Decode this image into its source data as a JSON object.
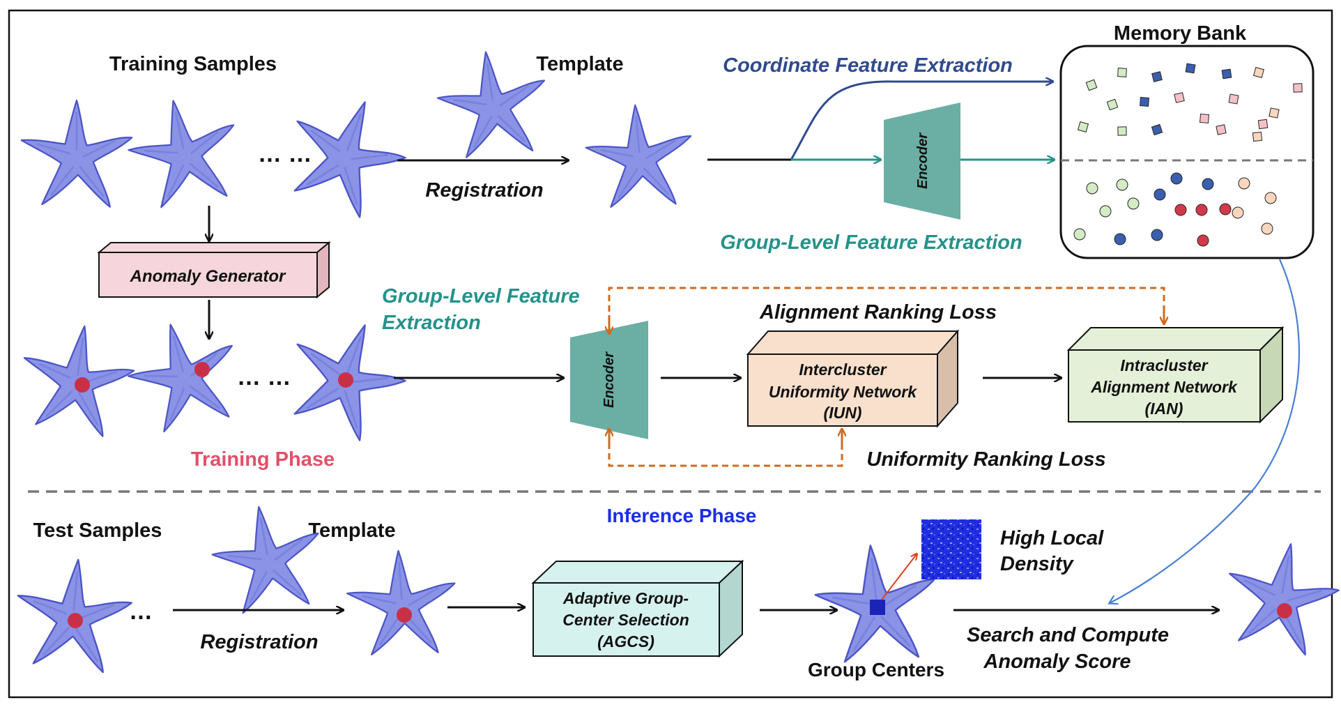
{
  "colors": {
    "star_fill": "#8a93e6",
    "star_stroke": "#4c55c4",
    "anomaly_red": "#c83048",
    "teal": "#6aaea4",
    "coord_blue": "#2f4a8f",
    "group_teal": "#23928a",
    "orange_dash": "#cf6a1f",
    "training_phase": "#e0506a",
    "inference_phase": "#1a2de6",
    "pink_box": "#f6d6dc",
    "peach_box": "#f8e0cc",
    "green_box": "#e4f1d8",
    "cyan_box": "#d6f2ee",
    "memory_line": "#4a7fd4"
  },
  "top": {
    "training_samples": "Training Samples",
    "template": "Template",
    "ellipsis": "… …",
    "registration": "Registration",
    "coordinate_feature_extraction": "Coordinate Feature Extraction",
    "encoder": "Encoder",
    "group_level_feature_extraction": "Group-Level Feature Extraction"
  },
  "memory_bank": {
    "title": "Memory Bank"
  },
  "training": {
    "anomaly_generator": "Anomaly Generator",
    "group_level_line1": "Group-Level Feature",
    "group_level_line2": "Extraction",
    "encoder": "Encoder",
    "alignment_ranking_loss": "Alignment Ranking Loss",
    "iun_line1": "Intercluster",
    "iun_line2": "Uniformity Network",
    "iun_line3": "(IUN)",
    "ian_line1": "Intracluster",
    "ian_line2": "Alignment Network",
    "ian_line3": "(IAN)",
    "uniformity_ranking_loss": "Uniformity Ranking Loss",
    "training_phase": "Training Phase",
    "ellipsis": "… …"
  },
  "inference": {
    "inference_phase": "Inference Phase",
    "test_samples": "Test Samples",
    "template": "Template",
    "ellipsis": "…",
    "registration": "Registration",
    "agcs_line1": "Adaptive Group-",
    "agcs_line2": "Center Selection",
    "agcs_line3": "(AGCS)",
    "group_centers": "Group Centers",
    "high_local_line1": "High Local",
    "high_local_line2": "Density",
    "search_line1": "Search and Compute",
    "search_line2": "Anomaly Score"
  }
}
